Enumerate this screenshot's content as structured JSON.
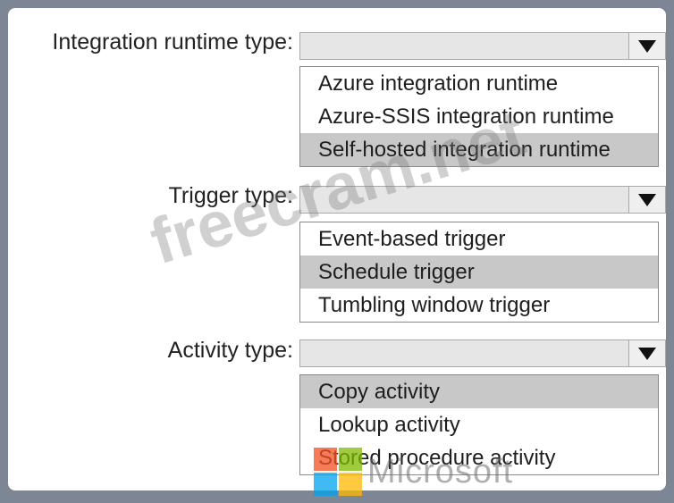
{
  "fields": [
    {
      "label": "Integration runtime type:",
      "options": [
        "Azure integration runtime",
        "Azure-SSIS integration runtime",
        "Self-hosted integration runtime"
      ],
      "selected_index": 2
    },
    {
      "label": "Trigger type:",
      "options": [
        "Event-based trigger",
        "Schedule trigger",
        "Tumbling window trigger"
      ],
      "selected_index": 1
    },
    {
      "label": "Activity type:",
      "options": [
        "Copy activity",
        "Lookup activity",
        "Stored procedure activity"
      ],
      "selected_index": 0
    }
  ],
  "icons": {
    "dropdown_arrow": "triangle-down-icon"
  },
  "watermark": "freecram.net",
  "logo": {
    "text": "Microsoft",
    "colors": [
      "#f25022",
      "#7fba00",
      "#00a4ef",
      "#ffb900"
    ]
  },
  "colors": {
    "background": "#7c8694",
    "panel": "#ffffff",
    "selected_option": "#c8c8c8",
    "dropdown_fill": "#e6e6e6"
  }
}
